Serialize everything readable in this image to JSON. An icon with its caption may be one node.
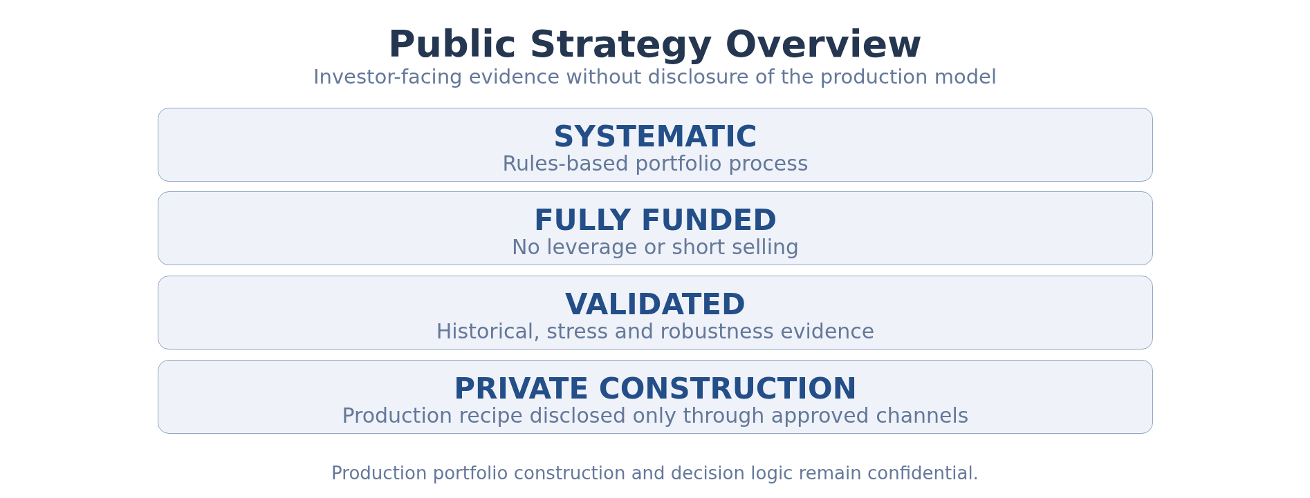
{
  "diagram": {
    "title": "Public Strategy Overview",
    "caption": "Production portfolio construction and decision logic remain confidential.",
    "nodes": [
      {
        "text": [
          "SYSTEMATIC",
          "Rules-based portfolio process"
        ]
      },
      {
        "text": [
          "FULLY FUNDED",
          "No leverage or short selling"
        ]
      },
      {
        "text": [
          "VALIDATED",
          "Historical, stress and robustness evidence"
        ]
      },
      {
        "text": [
          "PRIVATE CONSTRUCTION",
          "Production recipe disclosed only through approved channels"
        ]
      }
    ],
    "labels": [
      "Investor-facing evidence without disclosure of the production model"
    ]
  }
}
